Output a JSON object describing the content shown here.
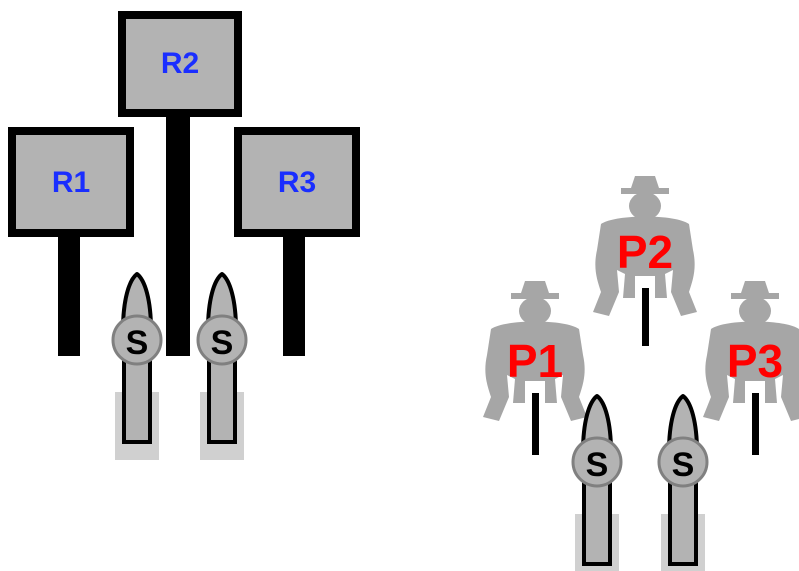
{
  "colors": {
    "target_fill": "#b3b3b3",
    "outline": "#000000",
    "steel_label": "#1a2eff",
    "popper_body": "#a6a6a6",
    "popper_label": "#ff0000",
    "shooter_fill": "#b3b3b3",
    "shooter_base": "#d0d0d0"
  },
  "left_setup": {
    "targets": [
      {
        "label": "R1"
      },
      {
        "label": "R2"
      },
      {
        "label": "R3"
      }
    ],
    "shooters": [
      {
        "label": "S"
      },
      {
        "label": "S"
      }
    ]
  },
  "right_setup": {
    "poppers": [
      {
        "label": "P1"
      },
      {
        "label": "P2"
      },
      {
        "label": "P3"
      }
    ],
    "shooters": [
      {
        "label": "S"
      },
      {
        "label": "S"
      }
    ]
  }
}
